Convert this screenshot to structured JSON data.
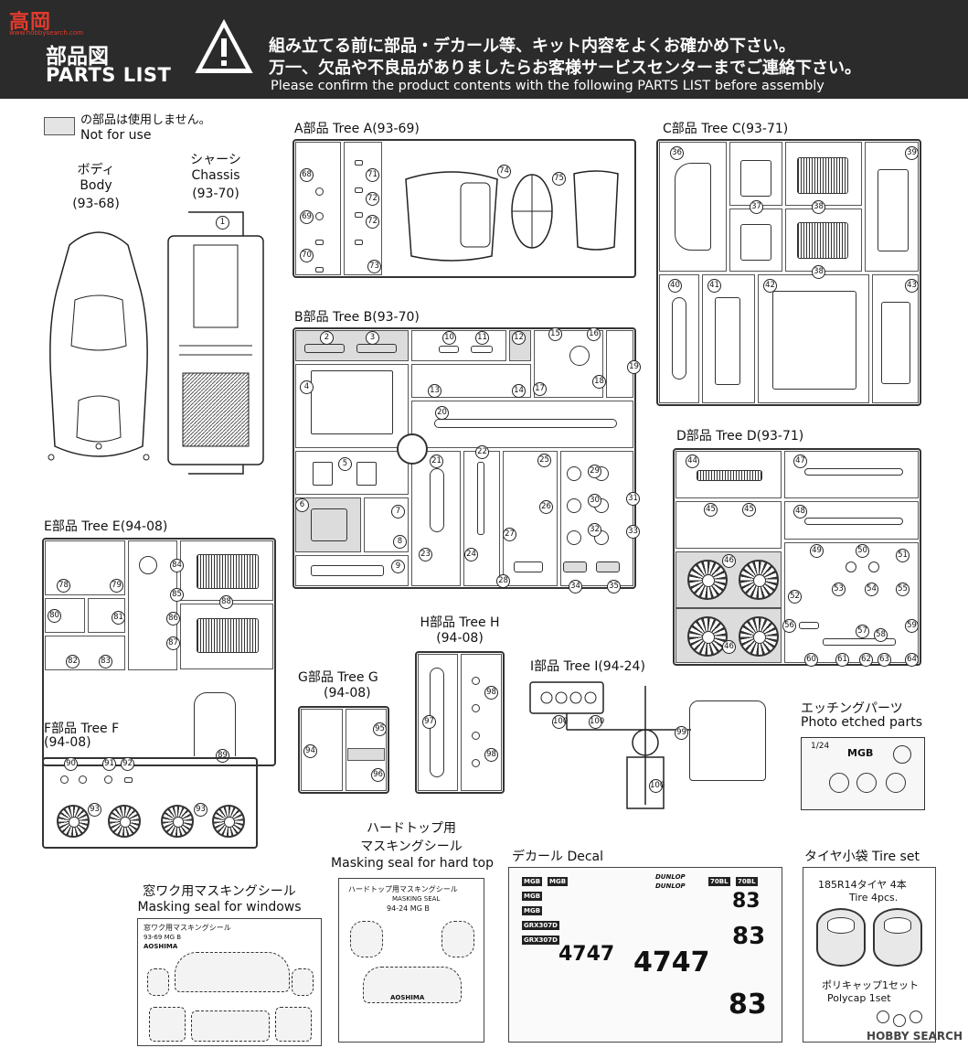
{
  "logo": {
    "main": "高岡",
    "sub": "www.hobbysearch.com"
  },
  "header": {
    "title_jp": "部品図",
    "title_en": "PARTS LIST",
    "line1": "組み立てる前に部品・デカール等、キット内容をよくお確かめ下さい。",
    "line2": "万一、欠品や不良品がありましたらお客様サービスセンターまでご連絡下さい。",
    "line3": "Please confirm the product contents with the following PARTS LIST before assembly"
  },
  "legend": {
    "jp": "の部品は使用しません。",
    "en": "Not for use"
  },
  "body": {
    "jp": "ボディ",
    "en": "Body",
    "code": "(93-68)"
  },
  "chassis": {
    "jp": "シャーシ",
    "en": "Chassis",
    "code": "(93-70)"
  },
  "tree_a": {
    "label": "A部品 Tree A(93-69)"
  },
  "tree_b": {
    "label": "B部品 Tree B(93-70)"
  },
  "tree_c": {
    "label": "C部品 Tree C(93-71)"
  },
  "tree_d": {
    "label": "D部品 Tree D(93-71)"
  },
  "tree_e": {
    "label": "E部品 Tree E(94-08)"
  },
  "tree_f": {
    "label": "F部品 Tree F",
    "code": "(94-08)"
  },
  "tree_g": {
    "label": "G部品 Tree G",
    "code": "(94-08)"
  },
  "tree_h": {
    "label": "H部品 Tree H",
    "code": "(94-08)"
  },
  "tree_i": {
    "label": "I部品 Tree I(94-24)"
  },
  "etched": {
    "jp": "エッチングパーツ",
    "en": "Photo etched parts",
    "scale": "1/24",
    "brand": "MGB"
  },
  "hardtop_seal": {
    "jp1": "ハードトップ用",
    "jp2": "マスキングシール",
    "en": "Masking seal for hard top",
    "sheet_title": "ハードトップ用マスキングシール",
    "sheet_sub": "MASKING SEAL",
    "sheet_code": "94-24 MG B",
    "maker": "AOSHIMA"
  },
  "window_seal": {
    "jp": "窓ワク用マスキングシール",
    "en": "Masking seal for windows",
    "sheet_title": "窓ワク用マスキングシール",
    "sheet_code": "93-69 MG B",
    "maker": "AOSHIMA"
  },
  "decal": {
    "label": "デカール Decal",
    "tags": [
      "MGB",
      "MGB",
      "MGB",
      "MGB",
      "GRX307D",
      "GRX307D",
      "70BL",
      "70BL"
    ],
    "dunlop": "DUNLOP",
    "num_a": "4747",
    "num_b": "4747",
    "num_c": "83",
    "num_d": "83",
    "num_e": "83"
  },
  "tire_set": {
    "label": "タイヤ小袋 Tire set",
    "tire_jp": "185R14タイヤ 4本",
    "tire_en": "Tire 4pcs.",
    "poly_jp": "ポリキャップ1セット",
    "poly_en": "Polycap 1set"
  },
  "watermark": "HOBBY SEARCH"
}
